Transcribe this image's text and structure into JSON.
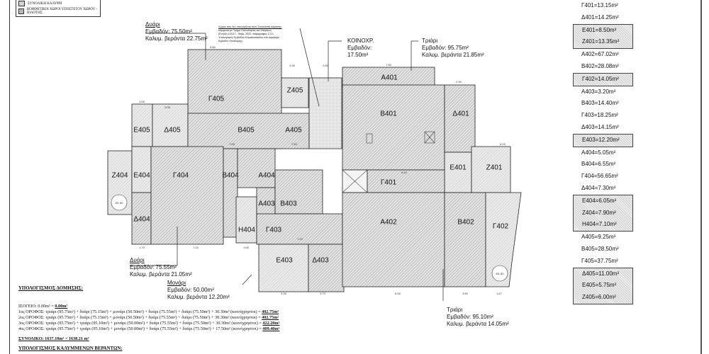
{
  "legend": {
    "items": [
      {
        "label": "ΣΥΝΟΛΙΚΗ ΚΑΛΥΨΗ"
      },
      {
        "label": "ΒΟΗΘΗΤΙΚΟΙ ΧΩΡΟΙ ΥΠΟΣΤΕΓΟΥ ΧΩΡΟΥ - ΠΙΛΟΤΗΣ"
      }
    ]
  },
  "annotations": {
    "duari_top": {
      "title": "Δυάρι",
      "area": "Εμβαδόν: 75.50m²",
      "veranda": "Καλυμ. βεράντα 22.75m²"
    },
    "koinoxr": {
      "title": "ΚΟΙΝΟΧΡ.",
      "area_label": "Εμβαδόν:",
      "area": "17.50m²"
    },
    "triari_top": {
      "title": "Τριάρι",
      "area": "Εμβαδόν: 95.75m²",
      "veranda": "Καλυμ. βεράντα 21.85m²"
    },
    "duari_bottom": {
      "title": "Δυάρι",
      "area": "Εμβαδόν: 75.55m²",
      "veranda": "Καλυμ. βεράντα 21.05m²"
    },
    "monari": {
      "title": "Μονάρι",
      "area": "Εμβαδόν: 50.00m²",
      "veranda": "Καλυμ. βεράντα 12.20m²"
    },
    "triari_bottom": {
      "title": "Τριάρι",
      "area": "Εμβαδόν: 95.10m²",
      "veranda": "Καλυμ. βεράντα 14.05m²"
    },
    "note": {
      "title": "Χώρος που δεν υπολογίζεται στον Συντελεστή Δόμησης:",
      "lines": [
        "σύμφωνα με Τμήμα Πολεοδομίας και Οικήσεως",
        "(Εντολή 1/2017 - Φεβρ. 2022, παράγραφος 2.3.1.",
        "Υπολογισμός Εμβαδού Κλιμακοστασίου στο Δομήσιμο",
        "Εμβαδόν Οικοδομής)."
      ]
    }
  },
  "rooms": {
    "G405": "Γ405",
    "Z405": "Z405",
    "E405": "E405",
    "D405": "Δ405",
    "B405": "B405",
    "A405": "A405",
    "Z404": "Z404",
    "E404": "E404",
    "G404": "Γ404",
    "B404": "B404",
    "A404": "A404",
    "D404": "Δ404",
    "A403": "A403",
    "B403": "B403",
    "H404": "H404",
    "G403": "Γ403",
    "E403": "E403",
    "D403": "Δ403",
    "A401": "A401",
    "B401": "B401",
    "D401": "Δ401",
    "E401": "E401",
    "Z401": "Z401",
    "G401": "Γ401",
    "A402": "A402",
    "B402": "B402",
    "G402": "Γ402",
    "circle1": "Ø1.80",
    "circle2": "Ø1.80"
  },
  "dimensions": {
    "d1": "6.80",
    "d2": "2.90",
    "d3": "2.80",
    "d4": "7.90",
    "d5": "2.90",
    "d6": "6.03",
    "d7": "1.55",
    "d8": "3.05",
    "d9": "7.05",
    "d10": "7.52",
    "d11": "1.70",
    "d12": "7.10",
    "d13": "1.66",
    "d14": "3.35",
    "d15": "3.73",
    "d16": "8.46",
    "d17": "3.50",
    "d18": "1.67",
    "d19": "7.22",
    "d20": "8.42"
  },
  "area_list": [
    {
      "text": "Γ401=13.15m²",
      "boxed": false
    },
    {
      "text": "Δ401=14.25m²",
      "boxed": false
    },
    {
      "text": "E401=8.50m²",
      "boxed": true,
      "group": 1
    },
    {
      "text": "Z401=13.35m²",
      "boxed": true,
      "group": 1
    },
    {
      "text": "A402=67.02m²",
      "boxed": false
    },
    {
      "text": "B402=28.08m²",
      "boxed": false
    },
    {
      "text": "Γ402=14.05m²",
      "boxed": true,
      "group": 2
    },
    {
      "text": "A403=3.20m²",
      "boxed": false
    },
    {
      "text": "B403=14.40m²",
      "boxed": false
    },
    {
      "text": "Γ403=18.25m²",
      "boxed": false
    },
    {
      "text": "Δ403=14.15m²",
      "boxed": false
    },
    {
      "text": "E403=12.20m²",
      "boxed": true,
      "group": 3
    },
    {
      "text": "A404=5.05m²",
      "boxed": false
    },
    {
      "text": "B404=6.55m²",
      "boxed": false
    },
    {
      "text": "Γ404=56.65m²",
      "boxed": false
    },
    {
      "text": "Δ404=7.30m²",
      "boxed": false
    },
    {
      "text": "E404=6.05m²",
      "boxed": true,
      "group": 4
    },
    {
      "text": "Z404=7.90m²",
      "boxed": true,
      "group": 4
    },
    {
      "text": "H404=7.10m²",
      "boxed": true,
      "group": 4
    },
    {
      "text": "A405=9.25m²",
      "boxed": false
    },
    {
      "text": "B405=28.50m²",
      "boxed": false
    },
    {
      "text": "Γ405=37.75m²",
      "boxed": false
    },
    {
      "text": "Δ405=11.00m²",
      "boxed": true,
      "group": 5
    },
    {
      "text": "E405=5.75m²",
      "boxed": true,
      "group": 5
    },
    {
      "text": "Z405=6.00m²",
      "boxed": true,
      "group": 5
    }
  ],
  "calc": {
    "heading": "ΥΠΟΛΟΓΙΣΜΟΣ ΔΟΜΗΣΗΣ:",
    "ground": {
      "text": "ΙΣΟΓΕΙΟ:  0.00m² = ",
      "total": "0.00m²"
    },
    "floors": [
      {
        "text": "1ος ΟΡΟΦΟΣ:  τριάρι (95.75m²) + δυάρι (75.15m²) + μονάρι (50.50m²) + δυάρι (75.55m²) + δυάρι (75.50m²) + 30.30m² (κοινόχρηστοι) = ",
        "total": "402.75m²"
      },
      {
        "text": "2ος ΟΡΟΦΟΣ:  τριάρι (95.75m²) + δυάρι (75.15m²) + μονάρι (50.50m²) + δυάρι (75.55m²) + δυάρι (75.50m²) + 30.30m² (κοινόχρηστοι) = ",
        "total": "402.75m²"
      },
      {
        "text": "3ος ΟΡΟΦΟΣ:  τριάρι (95.75m²) + τριάρι (95.10m²) + μονάρι (50.00m²) + δυάρι (75.55m²) + δυάρι (75.50m²) + 30.30m² (κοινόχρηστοι) = ",
        "total": "422.20m²"
      },
      {
        "text": "4ος ΟΡΟΦΟΣ:  τριάρι (95.75m²) + τριάρι (95.10m²) + μονάρι (50.00m²) + δυάρι (75.55m²) + δυάρι (75.50m²) + 17.50m² (κοινόχρηστοι) = ",
        "total": "409.40m²"
      }
    ],
    "summary": "ΣΥΝΟΛΙΚΟ: 1637.10m² < 1638.21 m²",
    "next_heading": "ΥΠΟΛΟΓΙΣΜΟΣ ΚΑΛΥΜΜΕΝΩΝ ΒΕΡΑΝΤΩΝ:"
  }
}
